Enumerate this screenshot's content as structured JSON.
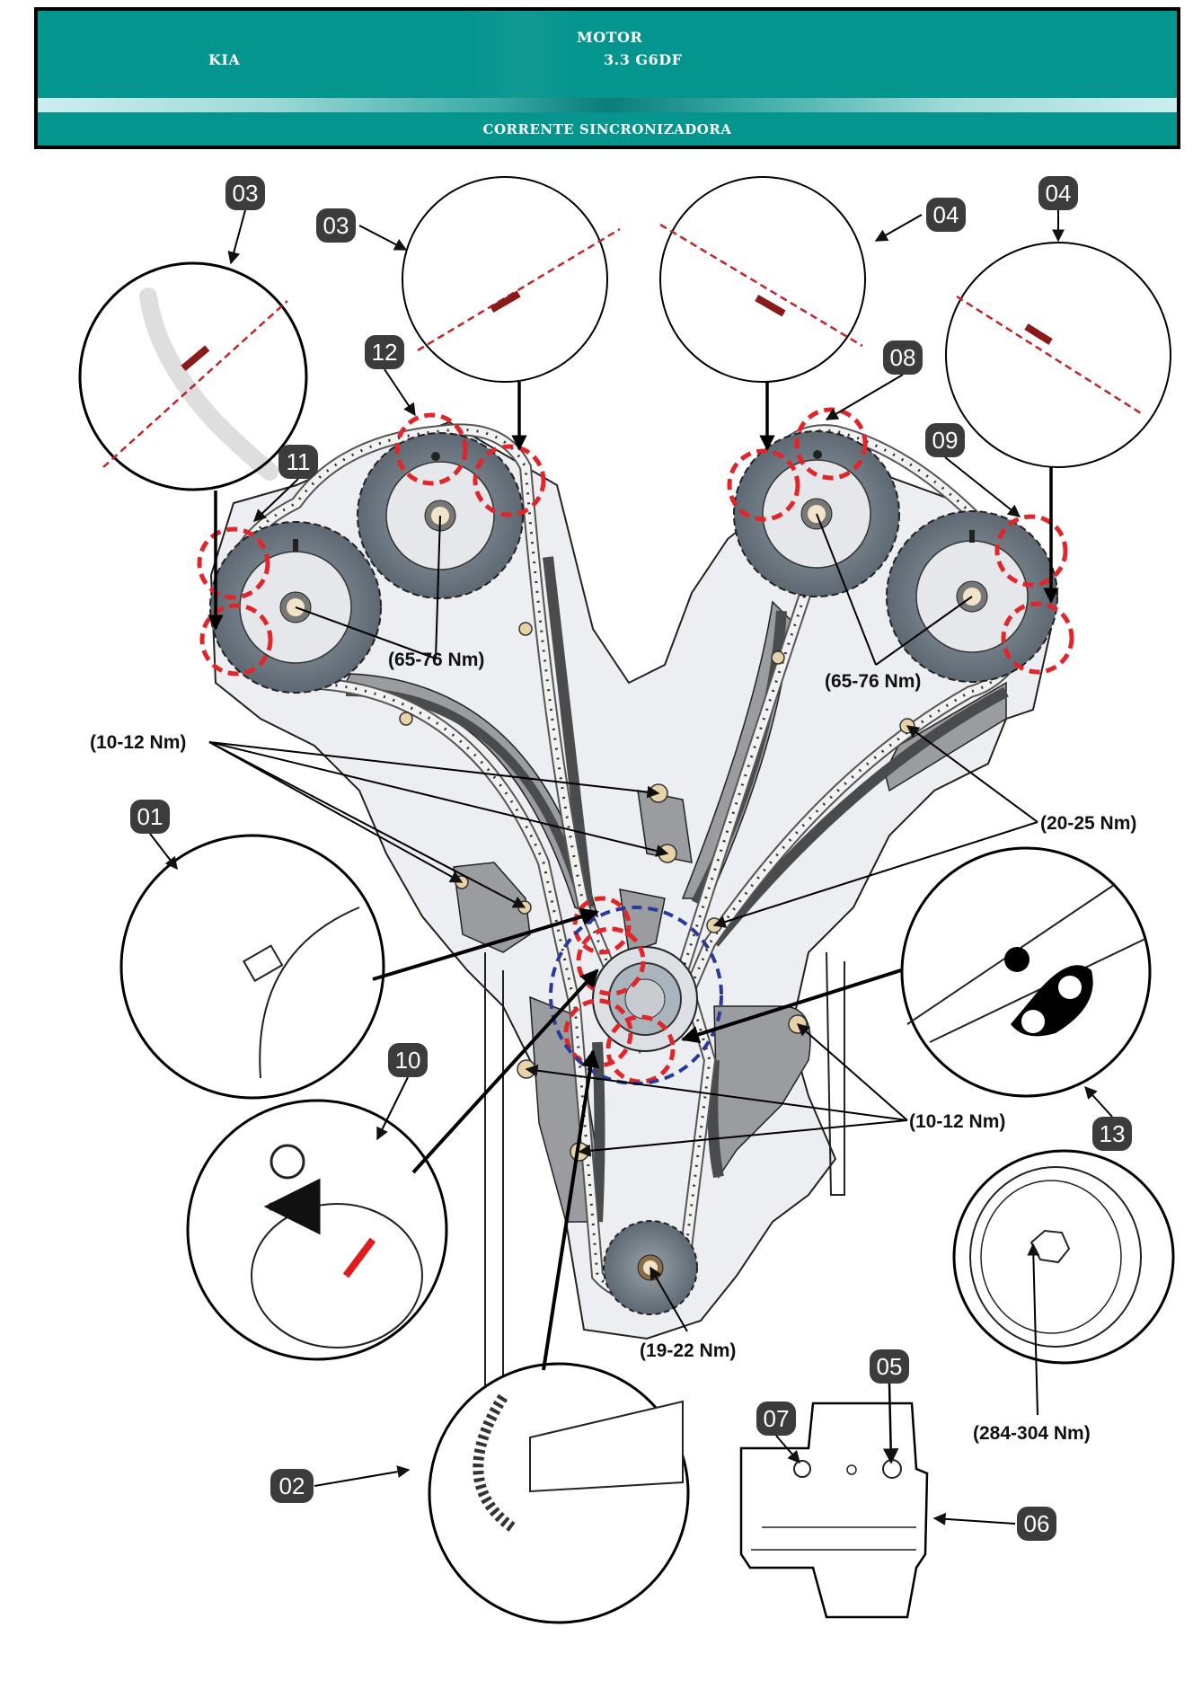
{
  "header": {
    "system": "MOTOR",
    "brand": "KIA",
    "engine": "3.3 G6DF",
    "section": "CORRENTE SINCRONIZADORA",
    "background_color": "#05958f",
    "text_color": "#ffffff"
  },
  "callouts": [
    {
      "id": "03a",
      "label": "03"
    },
    {
      "id": "03b",
      "label": "03"
    },
    {
      "id": "04a",
      "label": "04"
    },
    {
      "id": "04b",
      "label": "04"
    },
    {
      "id": "12",
      "label": "12"
    },
    {
      "id": "11",
      "label": "11"
    },
    {
      "id": "08",
      "label": "08"
    },
    {
      "id": "09",
      "label": "09"
    },
    {
      "id": "01",
      "label": "01"
    },
    {
      "id": "10",
      "label": "10"
    },
    {
      "id": "13",
      "label": "13"
    },
    {
      "id": "02",
      "label": "02"
    },
    {
      "id": "07",
      "label": "07"
    },
    {
      "id": "05",
      "label": "05"
    },
    {
      "id": "06",
      "label": "06"
    }
  ],
  "torque_specs": [
    {
      "id": "cam-left",
      "label": "(65-76 Nm)"
    },
    {
      "id": "cam-right",
      "label": "(65-76 Nm)"
    },
    {
      "id": "guide-left",
      "label": "(10-12 Nm)"
    },
    {
      "id": "tensioner-right",
      "label": "(20-25 Nm)"
    },
    {
      "id": "guide-lower",
      "label": "(10-12 Nm)"
    },
    {
      "id": "oil-pump",
      "label": "(19-22 Nm)"
    },
    {
      "id": "crank-pulley",
      "label": "(284-304 Nm)"
    }
  ],
  "colors": {
    "timing_mark_circle": "#e0262a",
    "crank_mark_circle": "#2a3a9a",
    "badge_fill": "#3c3c3c",
    "gear_fill": "#6f7a84",
    "gear_hub": "#e6e7ea",
    "engine_block": "#eceef1",
    "chain_guide": "#9a9c9f",
    "chain_guide_dark": "#4a4b4d",
    "bolt": "#e8d3a8",
    "pointer_arrow": "#e21c1c"
  }
}
